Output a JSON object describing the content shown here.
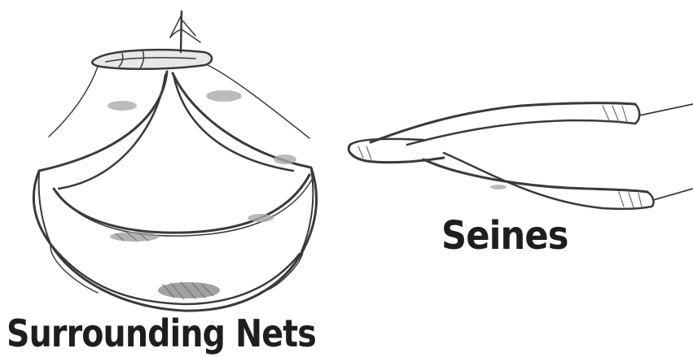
{
  "labels": {
    "surrounding_nets": "Surrounding Nets",
    "seines": "Seines"
  },
  "colors": {
    "background": "#ffffff",
    "ink": "#1e1e1e",
    "net_outline": "#3a3a3a",
    "net_shading": "#6e6e6e"
  },
  "icons": {
    "surrounding_net": "purse-seine-net-with-boat",
    "seine": "seine-net-with-tow-lines"
  }
}
